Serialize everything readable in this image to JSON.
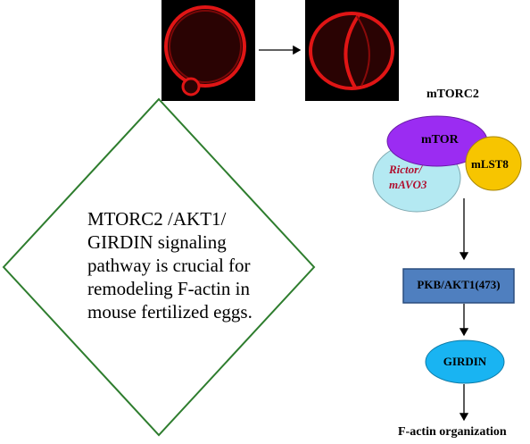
{
  "diagram": {
    "main_text": "MTORC2 /AKT1/ GIRDIN signaling pathway is crucial for remodeling F-actin in mouse fertilized eggs.",
    "complex_title": "mTORC2",
    "mtor_label": "mTOR",
    "rictor_label_line1": "Rictor/",
    "rictor_label_line2": "mAVO3",
    "mlst8_label": "mLST8",
    "pkb_label": "PKB/AKT1(473)",
    "girdin_label": "GIRDIN",
    "factin_label": "F-actin organization",
    "colors": {
      "mtor": "#9b2cf2",
      "rictor": "#b4e9f2",
      "mlst8": "#f7c500",
      "pkb": "#4f7fbf",
      "girdin": "#19b4f2",
      "diamond": "#2e7d2e",
      "cell_red": "#e81010",
      "rictor_text": "#b01030"
    }
  }
}
